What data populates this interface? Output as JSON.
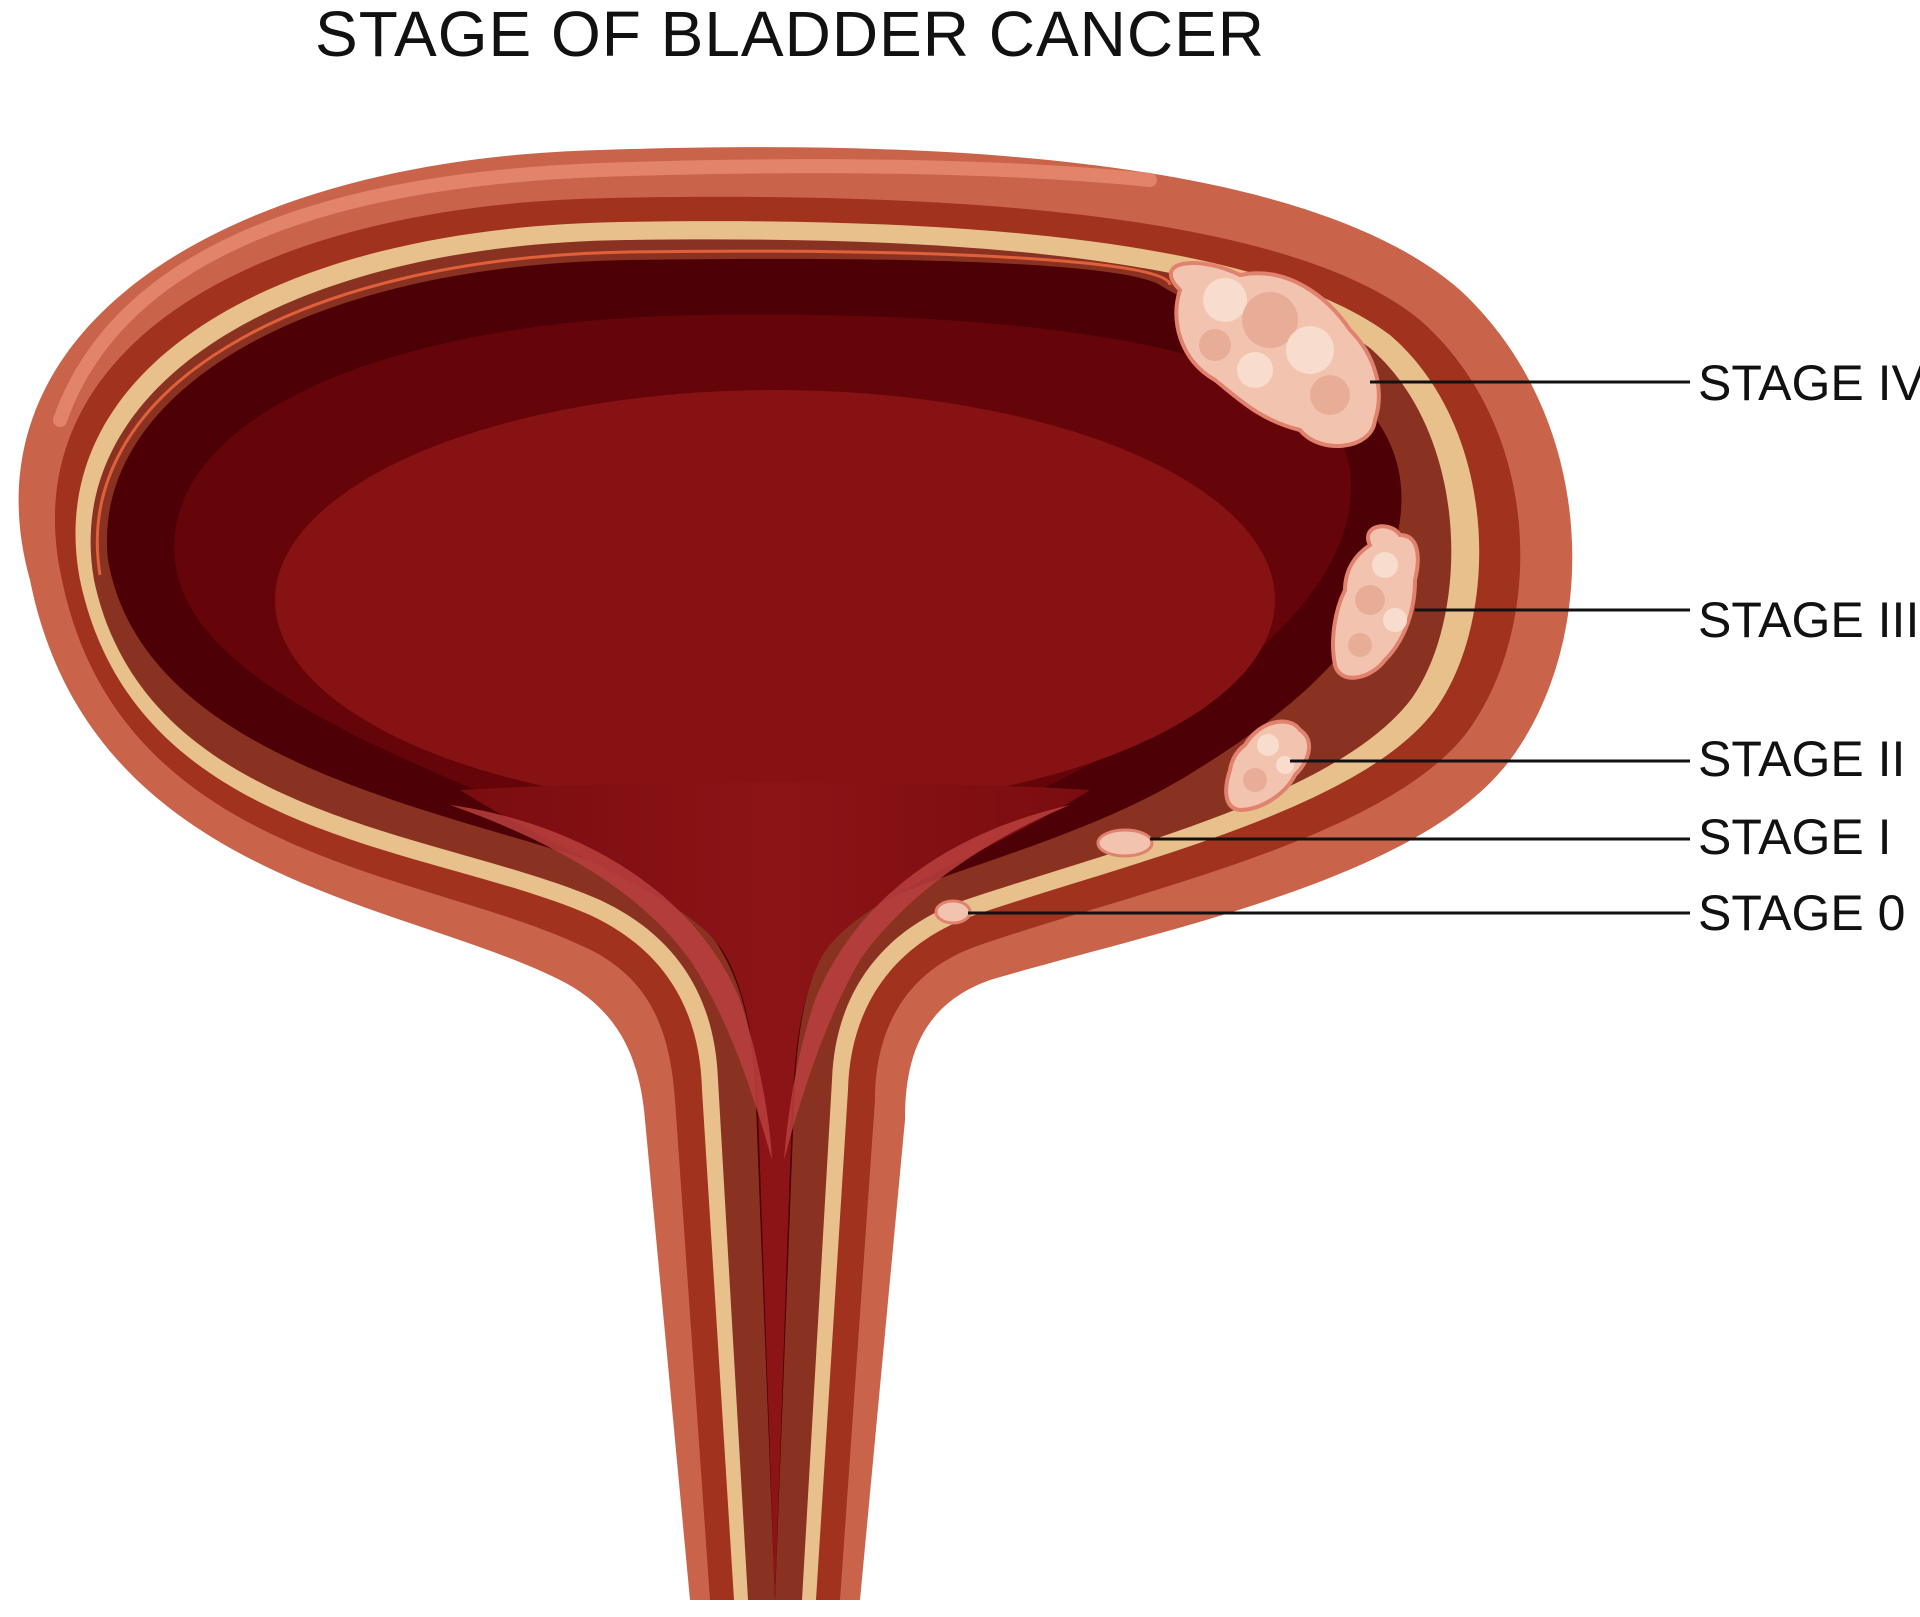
{
  "title": "STAGE OF BLADDER CANCER",
  "stages": [
    {
      "label": "STAGE IV"
    },
    {
      "label": "STAGE III"
    },
    {
      "label": "STAGE II"
    },
    {
      "label": "STAGE I"
    },
    {
      "label": "STAGE 0"
    }
  ],
  "colors": {
    "outer_wall": "#c9644a",
    "outer_wall_highlight": "#e88c70",
    "muscle_layer": "#a0321e",
    "submucosa_line": "#e8c08c",
    "inner_layer": "#8a3222",
    "lumen_dark": "#4d0005",
    "lumen_mid": "#650509",
    "lumen_center": "#861214",
    "tumor": "#f2c4b0",
    "tumor_outline": "#e0826e"
  }
}
